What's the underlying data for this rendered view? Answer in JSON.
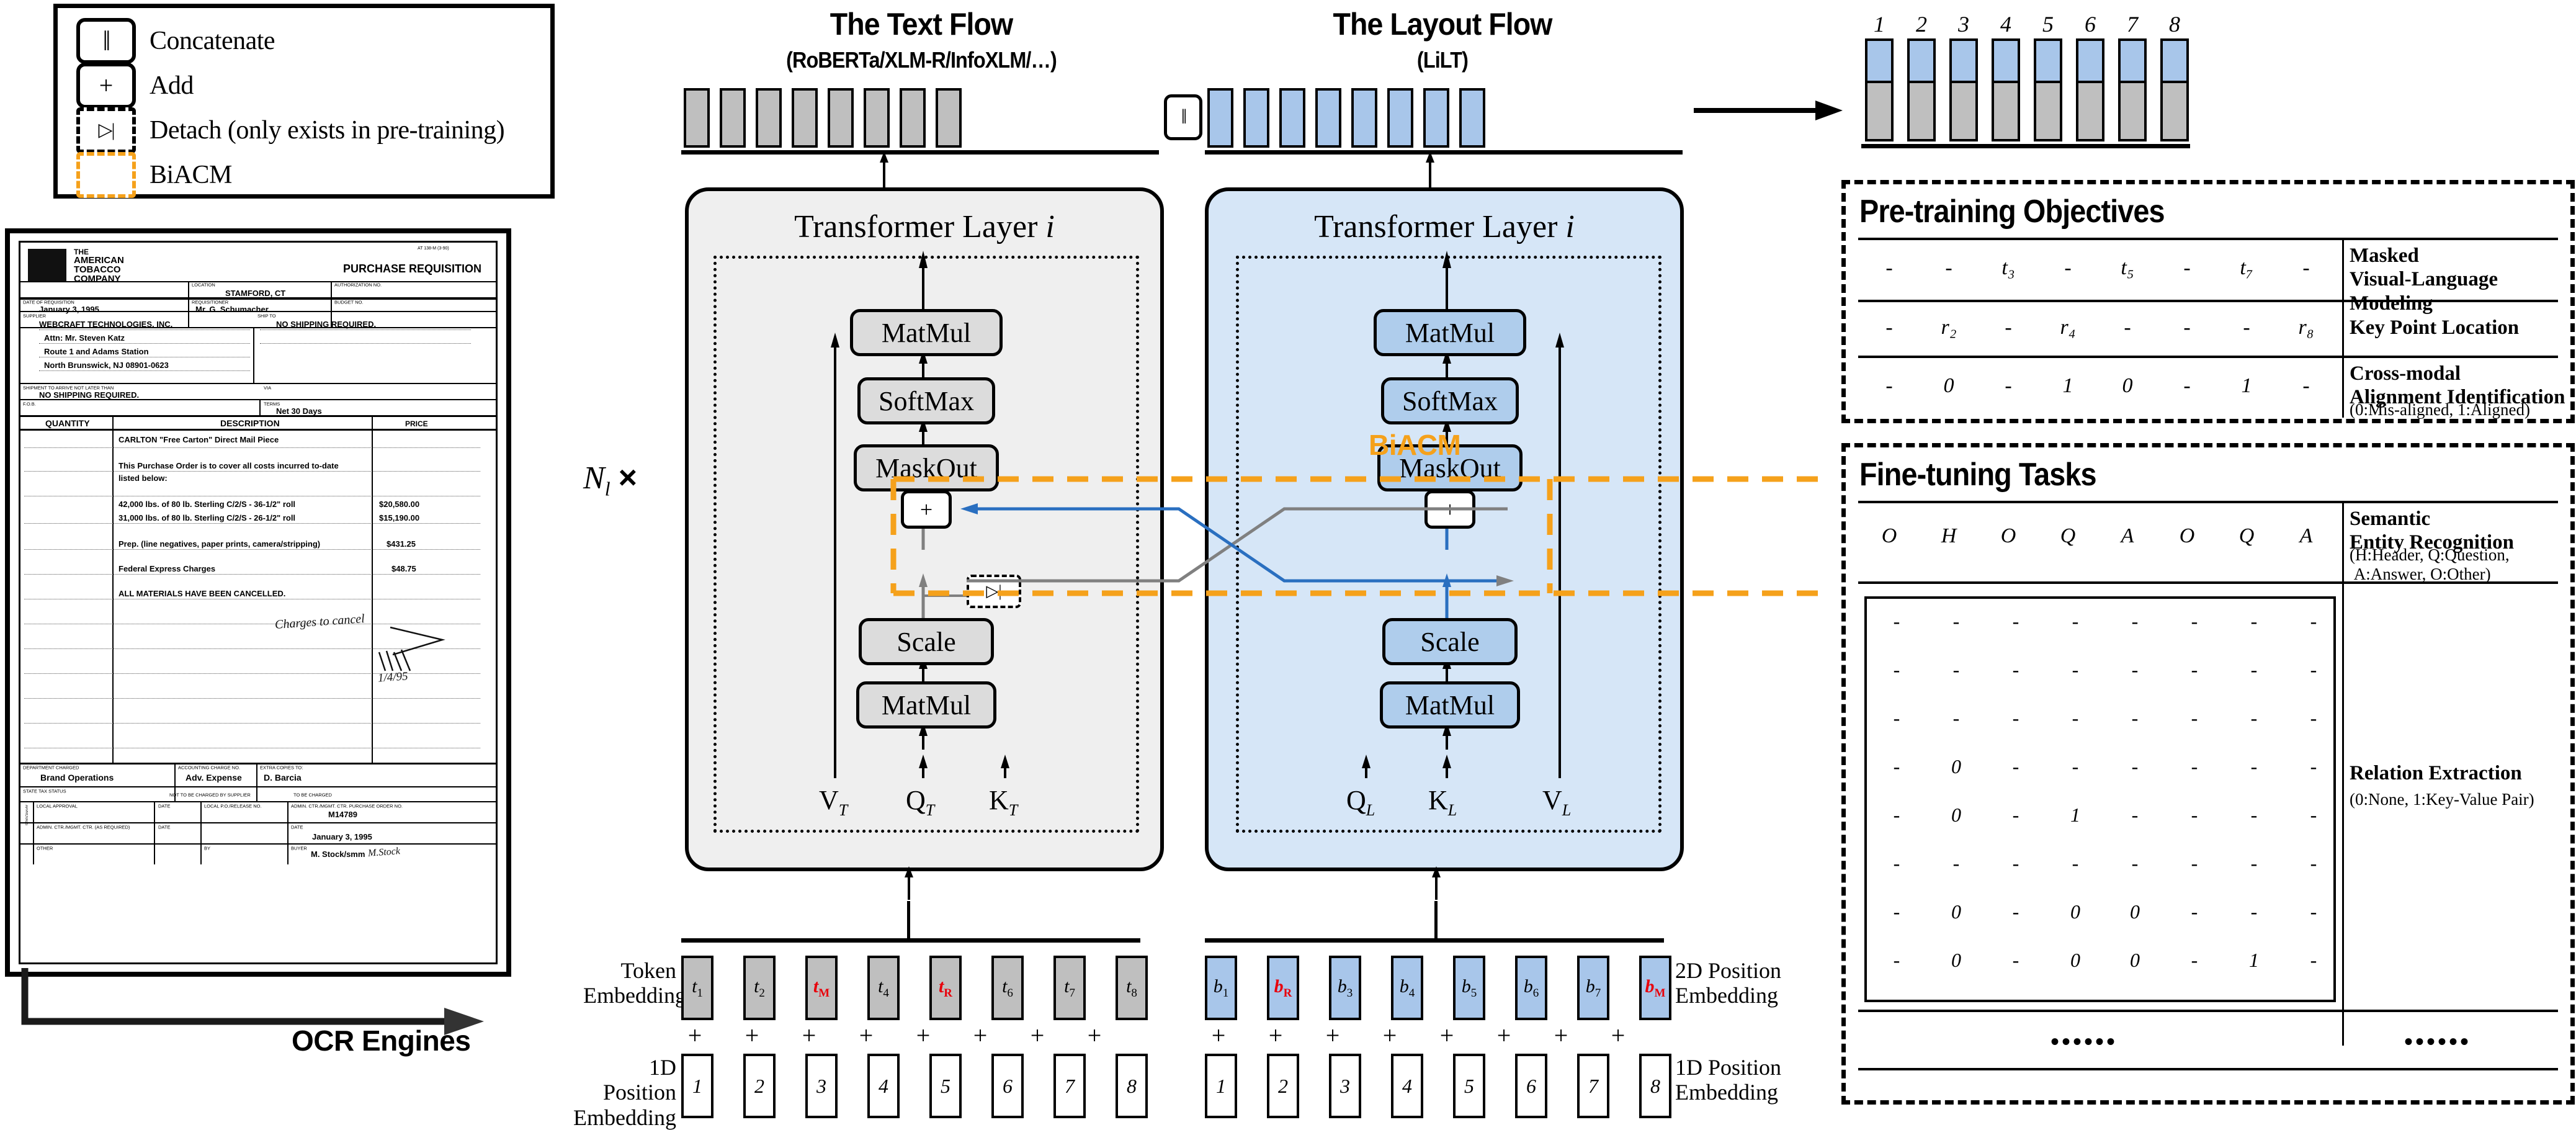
{
  "legend": {
    "items": [
      {
        "glyph": "‖",
        "label": "Concatenate",
        "style": "solid"
      },
      {
        "glyph": "+",
        "label": "Add",
        "style": "solid"
      },
      {
        "glyph": "▷|",
        "label": "Detach (only exists in pre-training)",
        "style": "dashed"
      },
      {
        "glyph": "",
        "label": "BiACM",
        "style": "orange-dashed"
      }
    ]
  },
  "document": {
    "form_code": "AT 138-M (3-90)",
    "title": "PURCHASE REQUISITION",
    "company": [
      "THE",
      "AMERICAN",
      "TOBACCO",
      "COMPANY"
    ],
    "fields": [
      {
        "label": "LOCATION",
        "value": "STAMFORD, CT"
      },
      {
        "label": "AUTHORIZATION NO.",
        "value": ""
      },
      {
        "label": "DATE OF REQUISITION",
        "value": "January 3, 1995"
      },
      {
        "label": "REQUISITIONER",
        "value": "Mr. G. Schumacher"
      },
      {
        "label": "BUDGET NO.",
        "value": ""
      },
      {
        "label": "SUPPLIER",
        "value": ""
      },
      {
        "label": "SHIP TO",
        "value": "NO SHIPPING REQUIRED."
      },
      {
        "label": "SHIPMENT TO ARRIVE NOT LATER THAN",
        "value": "NO SHIPPING REQUIRED."
      },
      {
        "label": "VIA",
        "value": ""
      },
      {
        "label": "F.O.B.",
        "value": ""
      },
      {
        "label": "TERMS",
        "value": "Net 30 Days"
      }
    ],
    "supplier_lines": [
      "WEBCRAFT TECHNOLOGIES, INC.",
      "Attn: Mr. Steven Katz",
      "Route 1 and Adams Station",
      "North Brunswick, NJ 08901-0623"
    ],
    "table_headers": [
      "QUANTITY",
      "DESCRIPTION",
      "PRICE"
    ],
    "table_rows": [
      {
        "desc": "CARLTON \"Free Carton\" Direct Mail Piece",
        "price": ""
      },
      {
        "desc": "This Purchase Order is to cover all costs incurred to-date",
        "price": ""
      },
      {
        "desc": "listed below:",
        "price": ""
      },
      {
        "desc": "42,000 lbs. of 80 lb. Sterling C/2/S - 36-1/2\" roll",
        "price": "$20,580.00"
      },
      {
        "desc": "31,000 lbs. of 80 lb. Sterling C/2/S - 26-1/2\" roll",
        "price": "$15,190.00"
      },
      {
        "desc": "Prep. (line negatives, paper prints, camera/stripping)",
        "price": "$431.25"
      },
      {
        "desc": "Federal Express Charges",
        "price": "$48.75"
      },
      {
        "desc": "ALL MATERIALS HAVE BEEN CANCELLED.",
        "price": ""
      }
    ],
    "handwriting": [
      "Charges to cancel",
      "1/4/95"
    ],
    "footer": [
      {
        "label": "DEPARTMENT CHARGED",
        "value": "Brand Operations"
      },
      {
        "label": "ACCOUNTING CHARGE NO.",
        "value": "Adv. Expense"
      },
      {
        "label": "EXTRA COPIES TO:",
        "value": "D. Barcia"
      },
      {
        "label": "STATE TAX STATUS",
        "value": ""
      },
      {
        "label": "NOT TO BE CHARGED BY SUPPLIER",
        "value": ""
      },
      {
        "label": "TO BE CHARGED",
        "value": ""
      },
      {
        "label": "LOCAL APPROVAL",
        "value": ""
      },
      {
        "label": "DATE",
        "value": ""
      },
      {
        "label": "LOCAL P.O./RELEASE NO.",
        "value": ""
      },
      {
        "label": "ADMIN. CTR./MGMT. CTR. PURCHASE ORDER NO.",
        "value": "M14789"
      },
      {
        "label": "ADMIN. CTR./MGMT. CTR. (AS REQUIRED)",
        "value": ""
      },
      {
        "label": "DATE",
        "value": "January 3, 1995"
      },
      {
        "label": "OTHER",
        "value": ""
      },
      {
        "label": "BY",
        "value": ""
      },
      {
        "label": "BUYER",
        "value": "M. Stock/smm"
      },
      {
        "label": "APPROVALS",
        "value": ""
      }
    ]
  },
  "ocr": {
    "label": "OCR Engines"
  },
  "flows": {
    "text": {
      "title": "The Text Flow",
      "subtitle": "(RoBERTa/XLM-R/InfoXLM/…)"
    },
    "layout": {
      "title": "The Layout Flow",
      "subtitle": "(LiLT)"
    },
    "concat_glyph": "‖",
    "repeat_label_n": "N",
    "repeat_label_sub": "l",
    "repeat_label_times": "×"
  },
  "transformer": {
    "title_prefix": "Transformer Layer",
    "title_index": "i",
    "ops": [
      "MatMul",
      "SoftMax",
      "MaskOut",
      "Scale",
      "MatMul"
    ],
    "plus": "+",
    "detach": "▷|",
    "biacm": "BiACM",
    "text_inputs": [
      {
        "sym": "V",
        "sub": "T"
      },
      {
        "sym": "Q",
        "sub": "T"
      },
      {
        "sym": "K",
        "sub": "T"
      }
    ],
    "layout_inputs": [
      {
        "sym": "Q",
        "sub": "L"
      },
      {
        "sym": "K",
        "sub": "L"
      },
      {
        "sym": "V",
        "sub": "L"
      }
    ]
  },
  "embeddings": {
    "token_label": "Token\nEmbedding",
    "pos1d_label_left": "1D Position\nEmbedding",
    "pos2d_label_right": "2D Position\nEmbedding",
    "pos1d_label_right": "1D Position\nEmbedding",
    "text_tokens": [
      {
        "sym": "t",
        "sub": "1",
        "red": false
      },
      {
        "sym": "t",
        "sub": "2",
        "red": false
      },
      {
        "sym": "t",
        "sub": "M",
        "red": true
      },
      {
        "sym": "t",
        "sub": "4",
        "red": false
      },
      {
        "sym": "t",
        "sub": "R",
        "red": true
      },
      {
        "sym": "t",
        "sub": "6",
        "red": false
      },
      {
        "sym": "t",
        "sub": "7",
        "red": false
      },
      {
        "sym": "t",
        "sub": "8",
        "red": false
      }
    ],
    "layout_tokens": [
      {
        "sym": "b",
        "sub": "1",
        "red": false
      },
      {
        "sym": "b",
        "sub": "R",
        "red": true
      },
      {
        "sym": "b",
        "sub": "3",
        "red": false
      },
      {
        "sym": "b",
        "sub": "4",
        "red": false
      },
      {
        "sym": "b",
        "sub": "5",
        "red": false
      },
      {
        "sym": "b",
        "sub": "6",
        "red": false
      },
      {
        "sym": "b",
        "sub": "7",
        "red": false
      },
      {
        "sym": "b",
        "sub": "M",
        "red": true
      }
    ],
    "positions": [
      "1",
      "2",
      "3",
      "4",
      "5",
      "6",
      "7",
      "8"
    ],
    "plus": "+"
  },
  "output": {
    "numbers": [
      "1",
      "2",
      "3",
      "4",
      "5",
      "6",
      "7",
      "8"
    ],
    "top_color": "#A8C6EA",
    "bottom_color": "#BFBFBF"
  },
  "pretraining": {
    "title": "Pre-training Objectives",
    "rows": [
      {
        "cells": [
          "-",
          "-",
          "t₃",
          "-",
          "t₅",
          "-",
          "t₇",
          "-"
        ],
        "name": "Masked\nVisual-Language Modeling",
        "sub": ""
      },
      {
        "cells": [
          "-",
          "r₂",
          "-",
          "r₄",
          "-",
          "-",
          "-",
          "r₈"
        ],
        "name": "Key Point Location",
        "sub": ""
      },
      {
        "cells": [
          "-",
          "0",
          "-",
          "1",
          "0",
          "-",
          "1",
          "-"
        ],
        "name": "Cross-modal\nAlignment Identification",
        "sub": "(0:Mis-aligned, 1:Aligned)"
      }
    ]
  },
  "finetuning": {
    "title": "Fine-tuning Tasks",
    "ser": {
      "cells": [
        "O",
        "H",
        "O",
        "Q",
        "A",
        "O",
        "Q",
        "A"
      ],
      "name": "Semantic\nEntity Recognition",
      "sub": "(H:Header, Q:Question,\nA:Answer, O:Other)"
    },
    "re": {
      "name": "Relation Extraction",
      "sub": "(0:None, 1:Key-Value Pair)",
      "matrix": [
        [
          "-",
          "-",
          "-",
          "-",
          "-",
          "-",
          "-",
          "-"
        ],
        [
          "-",
          "-",
          "-",
          "-",
          "-",
          "-",
          "-",
          "-"
        ],
        [
          "-",
          "-",
          "-",
          "-",
          "-",
          "-",
          "-",
          "-"
        ],
        [
          "-",
          "0",
          "-",
          "-",
          "-",
          "-",
          "-",
          "-"
        ],
        [
          "-",
          "0",
          "-",
          "1",
          "-",
          "-",
          "-",
          "-"
        ],
        [
          "-",
          "-",
          "-",
          "-",
          "-",
          "-",
          "-",
          "-"
        ],
        [
          "-",
          "0",
          "-",
          "0",
          "0",
          "-",
          "-",
          "-"
        ],
        [
          "-",
          "0",
          "-",
          "0",
          "0",
          "-",
          "1",
          "-"
        ]
      ]
    },
    "ellipsis": "••••••"
  },
  "colors": {
    "text_gray": "#BFBFBF",
    "layout_blue": "#A8C6EA",
    "panel_gray": "#EFEFEF",
    "panel_blue": "#D6E6F7",
    "biacm_orange": "#F5A11B",
    "mask_red": "#E8000B",
    "link_blue": "#2A6FC0",
    "link_gray": "#808080"
  }
}
